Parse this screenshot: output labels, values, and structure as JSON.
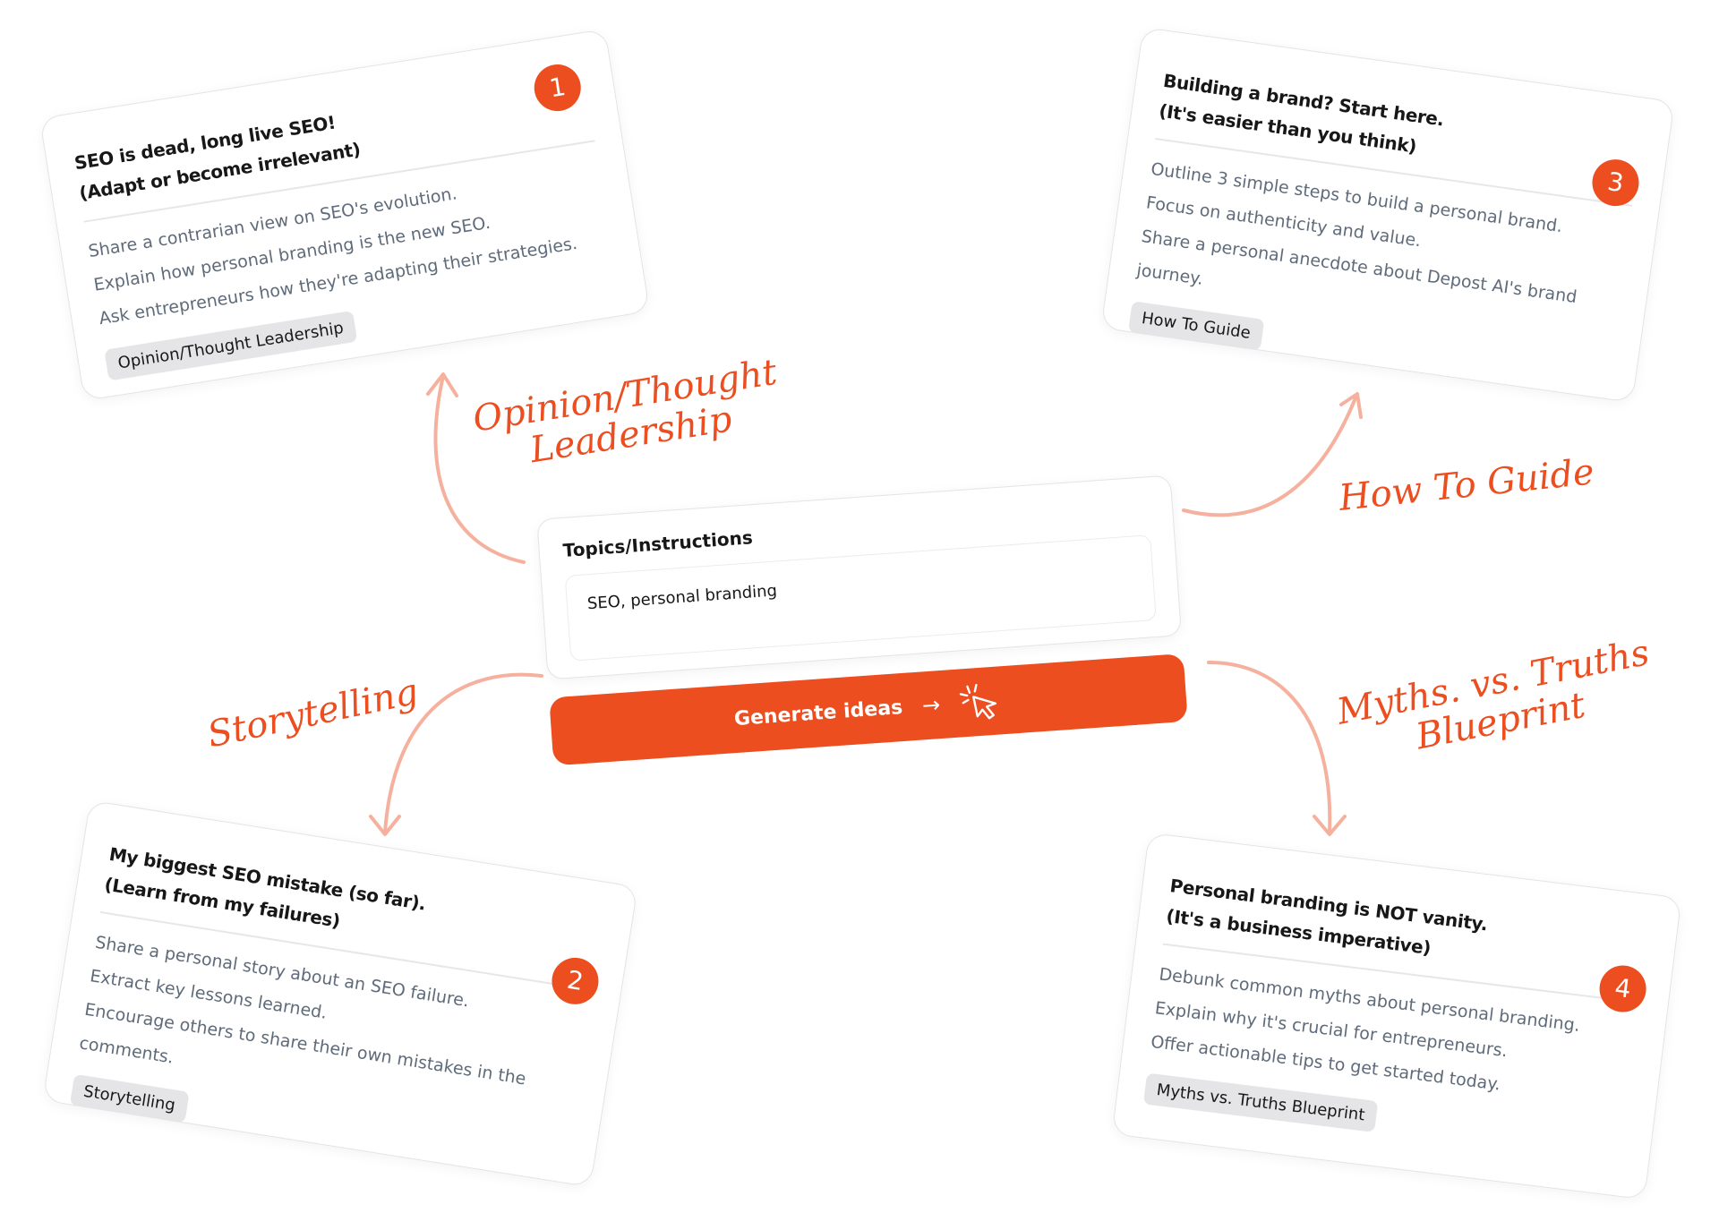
{
  "colors": {
    "accent": "#ec4e20",
    "arrow": "#f6b19e",
    "tag_bg": "#e5e5e8",
    "muted_text": "#5f6b7a"
  },
  "cards": [
    {
      "number": "1",
      "title_line1": "SEO is dead, long live SEO!",
      "title_line2": "(Adapt or become irrelevant)",
      "lines": [
        "Share a contrarian view on SEO's evolution.",
        "Explain how personal branding is the new SEO.",
        "Ask entrepreneurs how they're adapting their strategies."
      ],
      "tag": "Opinion/Thought Leadership"
    },
    {
      "number": "2",
      "title_line1": "My biggest SEO mistake (so far).",
      "title_line2": "(Learn from my failures)",
      "lines": [
        "Share a personal story about an SEO failure.",
        "Extract key lessons learned.",
        "Encourage others to share their own mistakes in the",
        "comments."
      ],
      "tag": "Storytelling"
    },
    {
      "number": "3",
      "title_line1": "Building a brand? Start here.",
      "title_line2": "(It's easier than you think)",
      "lines": [
        "Outline 3 simple steps to build a personal brand.",
        "Focus on authenticity and value.",
        "Share a personal anecdote about Depost AI's brand",
        "journey."
      ],
      "tag": "How To Guide"
    },
    {
      "number": "4",
      "title_line1": "Personal branding is NOT vanity.",
      "title_line2": "(It's a business imperative)",
      "lines": [
        "Debunk common myths about personal branding.",
        "Explain why it's crucial for entrepreneurs.",
        "Offer actionable tips to get started today."
      ],
      "tag": "Myths vs. Truths Blueprint"
    }
  ],
  "input_panel": {
    "label": "Topics/Instructions",
    "value": "SEO, personal branding"
  },
  "generate_button": {
    "label": "Generate ideas",
    "arrow": "→",
    "cursor_icon": "click-cursor-icon"
  },
  "hand_labels": {
    "opinion_line1": "Opinion/Thought",
    "opinion_line2": "Leadership",
    "howto": "How To Guide",
    "story": "Storytelling",
    "myths_line1": "Myths. vs. Truths",
    "myths_line2": "Blueprint"
  }
}
